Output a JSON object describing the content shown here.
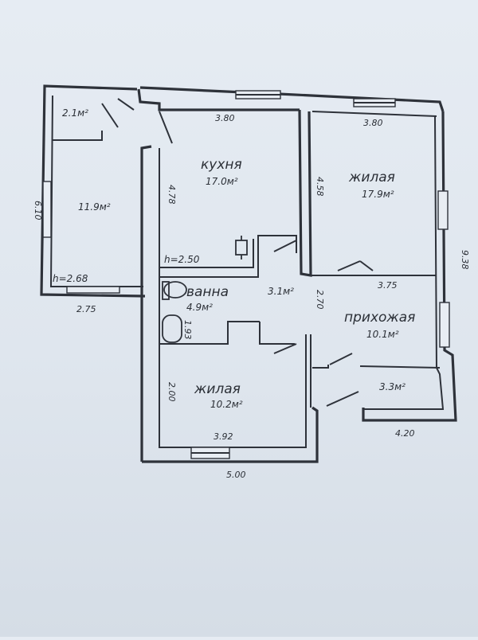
{
  "rooms": {
    "storage": {
      "area": "2.1м²"
    },
    "veranda": {
      "area": "11.9м²",
      "height": "h=2.68"
    },
    "kitchen": {
      "name": "кухня",
      "area": "17.0м²",
      "height": "h=2.50"
    },
    "living_room_1": {
      "name": "жилая",
      "area": "17.9м²"
    },
    "bathroom": {
      "name": "ванна",
      "area": "4.9м²"
    },
    "corridor": {
      "area": "3.1м²"
    },
    "hallway": {
      "name": "прихожая",
      "area": "10.1м²"
    },
    "vestibule": {
      "area": "3.3м²"
    },
    "living_room_2": {
      "name": "жилая",
      "area": "10.2м²"
    }
  },
  "dimensions": {
    "kitchen_top": "3.80",
    "living_top": "3.80",
    "veranda_left": "6.10",
    "kitchen_left": "4.78",
    "living_left": "4.58",
    "right_side": "9.38",
    "veranda_bottom": "2.75",
    "hallway_top": "3.75",
    "hallway_left": "2.70",
    "bath_tub": "1.93",
    "bedroom_left": "2.00",
    "bedroom_bottom": "3.92",
    "house_bottom": "5.00",
    "right_bottom": "4.20"
  }
}
